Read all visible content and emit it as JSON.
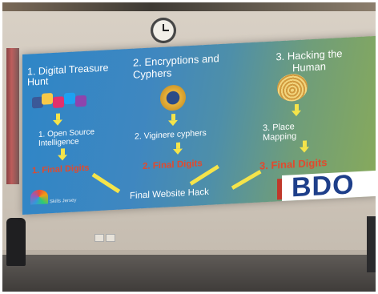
{
  "slide": {
    "col1": {
      "title": "1. Digital Treasure Hunt",
      "step": "1. Open Source Intelligence",
      "final": "1. Final Digits"
    },
    "col2": {
      "title": "2. Encryptions and Cyphers",
      "step": "2. Viginere cyphers",
      "final": "2. Final Digits"
    },
    "col3": {
      "title": "3. Hacking the Human",
      "step": "3. Place Mapping",
      "final": "3. Final Digits"
    },
    "final_hack": "Final Website Hack",
    "logo_left_text": "Skills Jersey",
    "logo_right_text": "BDO",
    "colors": {
      "final_digits": "#e24a2d",
      "arrows": "#f5e44a",
      "bdo_blue": "#1e3f8a"
    }
  }
}
